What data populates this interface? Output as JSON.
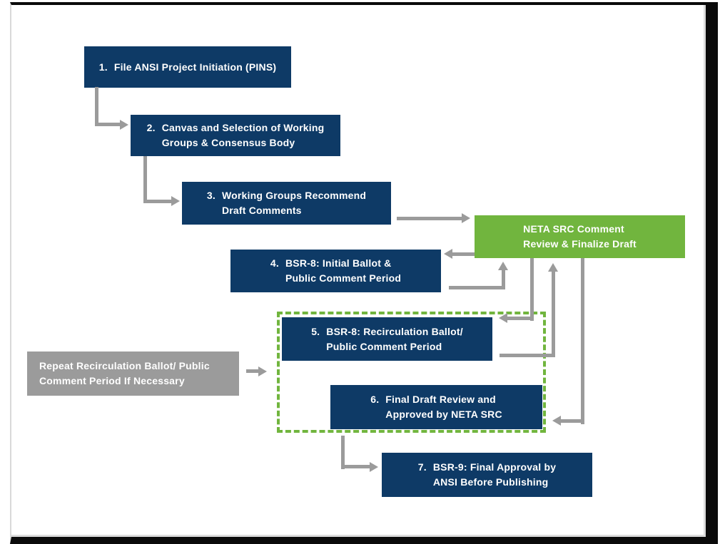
{
  "colors": {
    "navy": "#0e3a66",
    "green": "#71b53e",
    "gray": "#9b9b9b",
    "frame": "#0a0a0a",
    "page_background": "#ffffff"
  },
  "diagram": {
    "steps": [
      {
        "number": "1.",
        "text": "File ANSI Project Initiation (PINS)"
      },
      {
        "number": "2.",
        "text": "Canvas and Selection of Working\nGroups & Consensus Body"
      },
      {
        "number": "3.",
        "text": "Working Groups Recommend\nDraft Comments"
      },
      {
        "number": "4.",
        "text": "BSR-8: Initial Ballot &\nPublic Comment Period"
      },
      {
        "number": "5.",
        "text": "BSR-8: Recirculation Ballot/\nPublic Comment Period"
      },
      {
        "number": "6.",
        "text": "Final Draft Review and\nApproved by NETA SRC"
      },
      {
        "number": "7.",
        "text": "BSR-9: Final Approval by\nANSI Before Publishing"
      }
    ],
    "review_box": {
      "text": "NETA SRC Comment\nReview & Finalize Draft"
    },
    "repeat_box": {
      "text": "Repeat Recirculation Ballot/ Public\nComment Period If Necessary"
    }
  }
}
